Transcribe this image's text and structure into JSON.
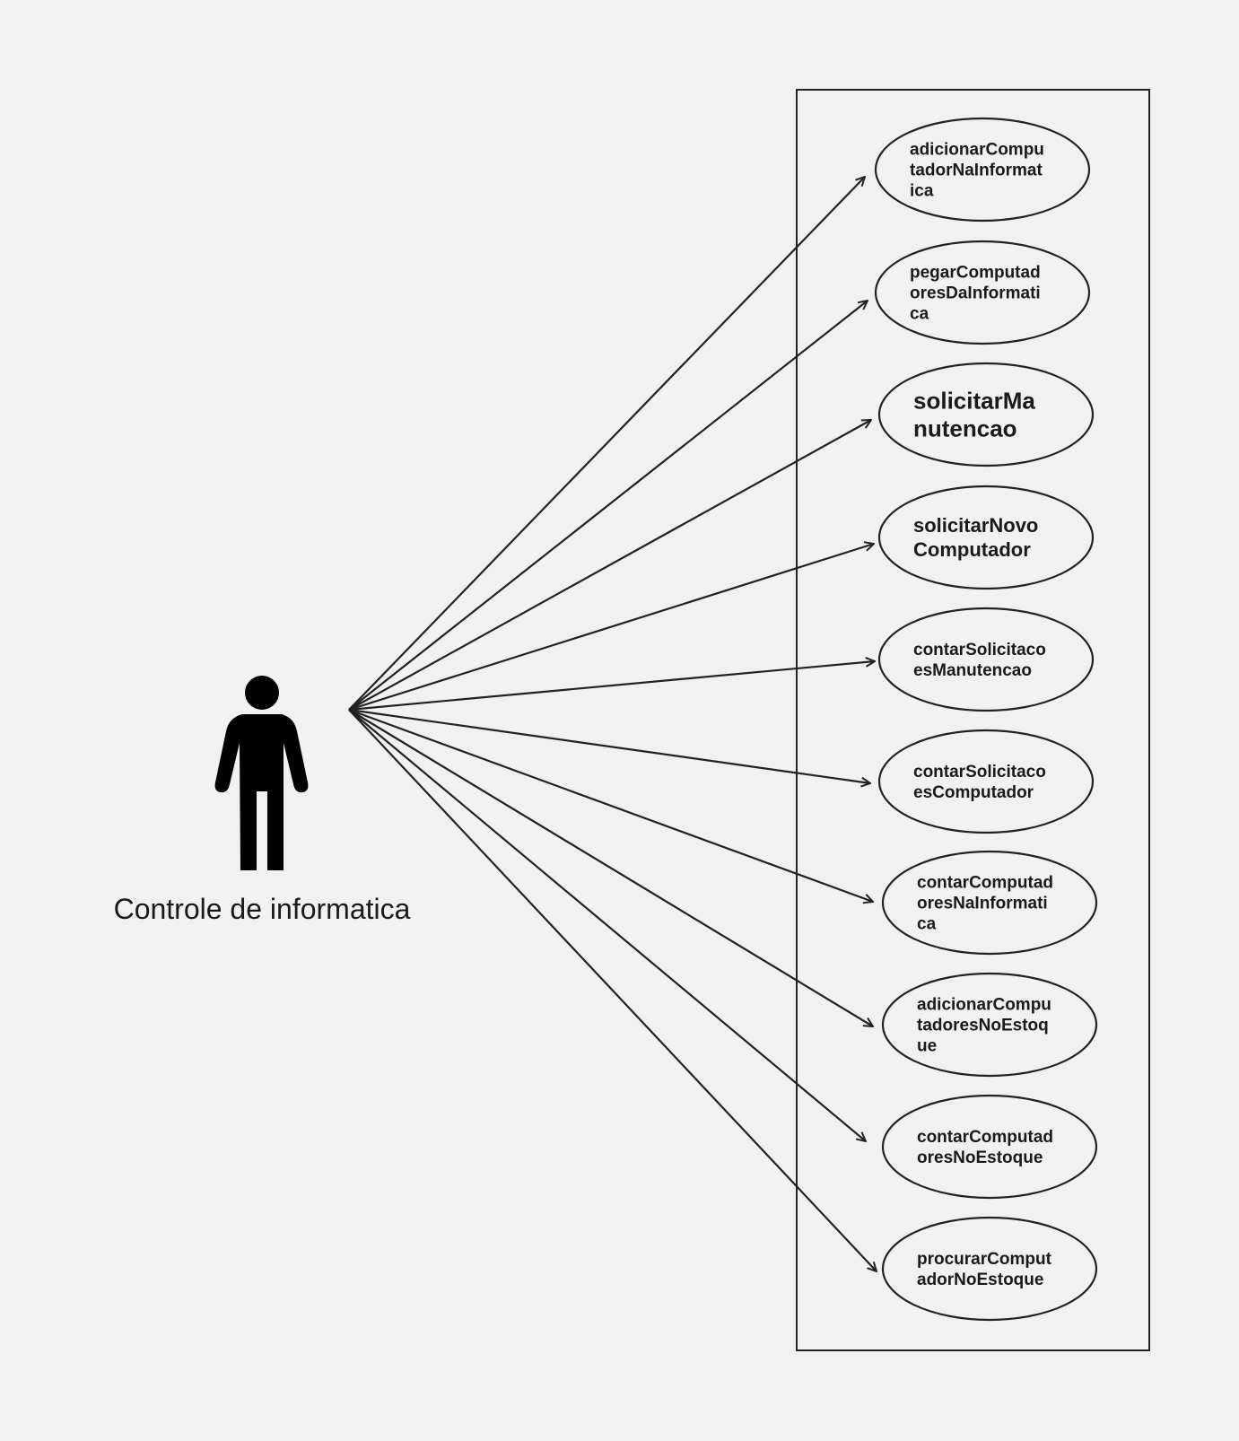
{
  "actor": {
    "label": "Controle de informatica",
    "icon": "person-icon"
  },
  "system_boundary": {
    "label": ""
  },
  "colors": {
    "background": "#f1f1f1",
    "stroke": "#222222",
    "text": "#1a1a1a",
    "ellipse_fill": "#f1f1f1"
  },
  "use_cases": [
    {
      "id": "uc-adicionar-computador-na-informatica",
      "lines": [
        "adicionarCompu",
        "tadorNaInformat",
        "ica"
      ]
    },
    {
      "id": "uc-pegar-computadores-da-informatica",
      "lines": [
        "pegarComputad",
        "oresDaInformati",
        "ca"
      ]
    },
    {
      "id": "uc-solicitar-manutencao",
      "lines": [
        "solicitarMa",
        "nutencao"
      ]
    },
    {
      "id": "uc-solicitar-novo-computador",
      "lines": [
        "solicitarNovo",
        "Computador"
      ]
    },
    {
      "id": "uc-contar-solicitacoes-manutencao",
      "lines": [
        "contarSolicitaco",
        "esManutencao"
      ]
    },
    {
      "id": "uc-contar-solicitacoes-computador",
      "lines": [
        "contarSolicitaco",
        "esComputador"
      ]
    },
    {
      "id": "uc-contar-computadores-na-informatica",
      "lines": [
        "contarComputad",
        "oresNaInformati",
        "ca"
      ]
    },
    {
      "id": "uc-adicionar-computadores-no-estoque",
      "lines": [
        "adicionarCompu",
        "tadoresNoEstoq",
        "ue"
      ]
    },
    {
      "id": "uc-contar-computadores-no-estoque",
      "lines": [
        "contarComputad",
        "oresNoEstoque"
      ]
    },
    {
      "id": "uc-procurar-computador-no-estoque",
      "lines": [
        "procurarComput",
        "adorNoEstoque"
      ]
    }
  ]
}
